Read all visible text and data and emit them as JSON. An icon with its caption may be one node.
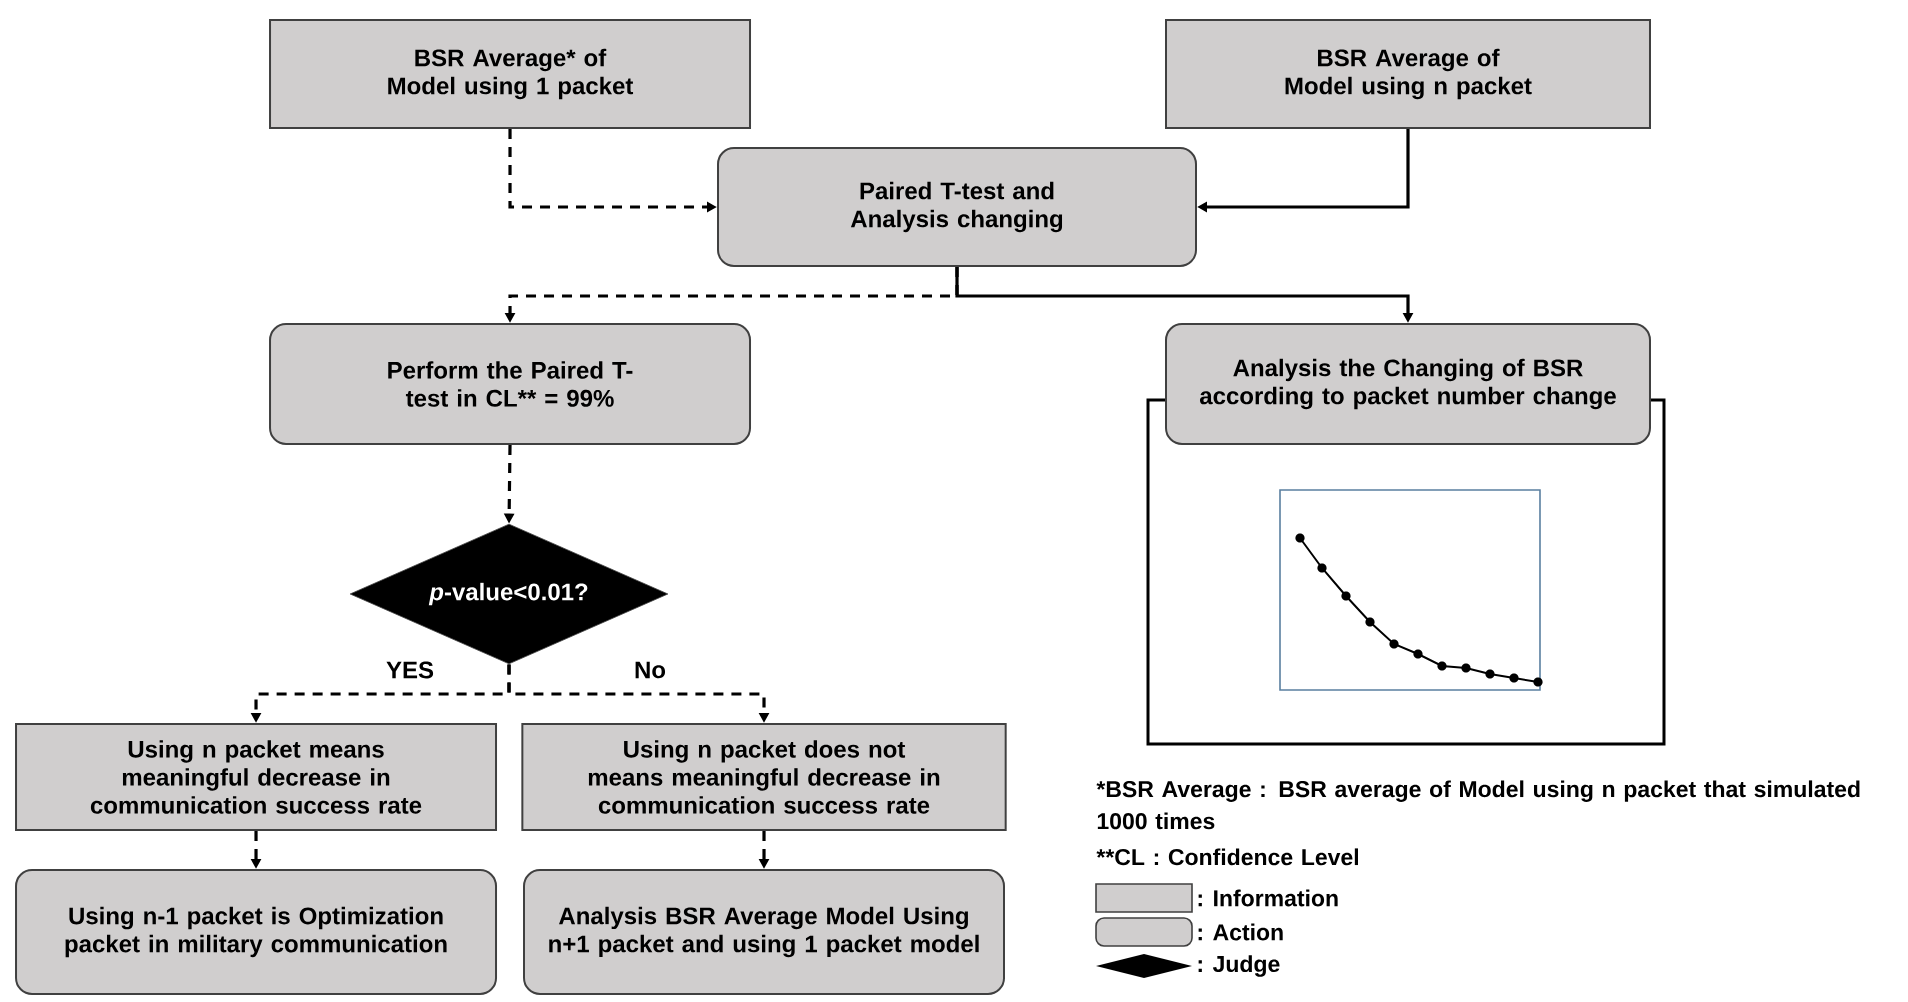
{
  "diagram": {
    "nodes": [
      {
        "text": [
          "BSR Average* of Model using 1 packet"
        ]
      },
      {
        "text": [
          "BSR Average of Model using n packet"
        ]
      },
      {
        "text": [
          "Paired T-test and Analysis changing"
        ]
      },
      {
        "text": [
          "Perform the Paired T-test in CL** = 99%"
        ]
      },
      {
        "text": [
          "Analysis the Changing of BSR according to packet number change"
        ]
      },
      {
        "text": [
          "*p*-value<0.01?"
        ]
      },
      {
        "text": [
          "Using n packet means meaningful decrease in communication success rate"
        ]
      },
      {
        "text": [
          "Using n packet does not means meaningful decrease in communication success rate"
        ]
      },
      {
        "text": [
          "Using n-1 packet is Optimization packet in military communication"
        ]
      },
      {
        "text": [
          "Analysis BSR Average Model Using n+1 packet and using 1 packet model"
        ]
      }
    ],
    "edges": [
      {
        "from": 0,
        "to": 2,
        "arrow": "to",
        "style": "dashed"
      },
      {
        "from": 1,
        "to": 2,
        "arrow": "to"
      },
      {
        "from": 2,
        "to": 3,
        "arrow": "to",
        "style": "dashed"
      },
      {
        "from": 2,
        "to": 4,
        "arrow": "to"
      },
      {
        "from": 3,
        "to": 5,
        "arrow": "to",
        "style": "dashed"
      },
      {
        "from": 5,
        "to": 6,
        "arrow": "to",
        "style": "dashed",
        "label": "YES"
      },
      {
        "from": 5,
        "to": 7,
        "arrow": "to",
        "style": "dashed",
        "label": "No"
      },
      {
        "from": 6,
        "to": 8,
        "arrow": "to",
        "style": "dashed"
      },
      {
        "from": 7,
        "to": 9,
        "arrow": "to",
        "style": "dashed"
      }
    ],
    "labels": [
      "*BSR Average : BSR average of Model using n packet that simulated 1000 times",
      "**CL : Confidence Level"
    ],
    "legend": [
      {
        "text": ": Information"
      },
      {
        "text": ": Action"
      },
      {
        "text": ": Judge"
      }
    ]
  }
}
